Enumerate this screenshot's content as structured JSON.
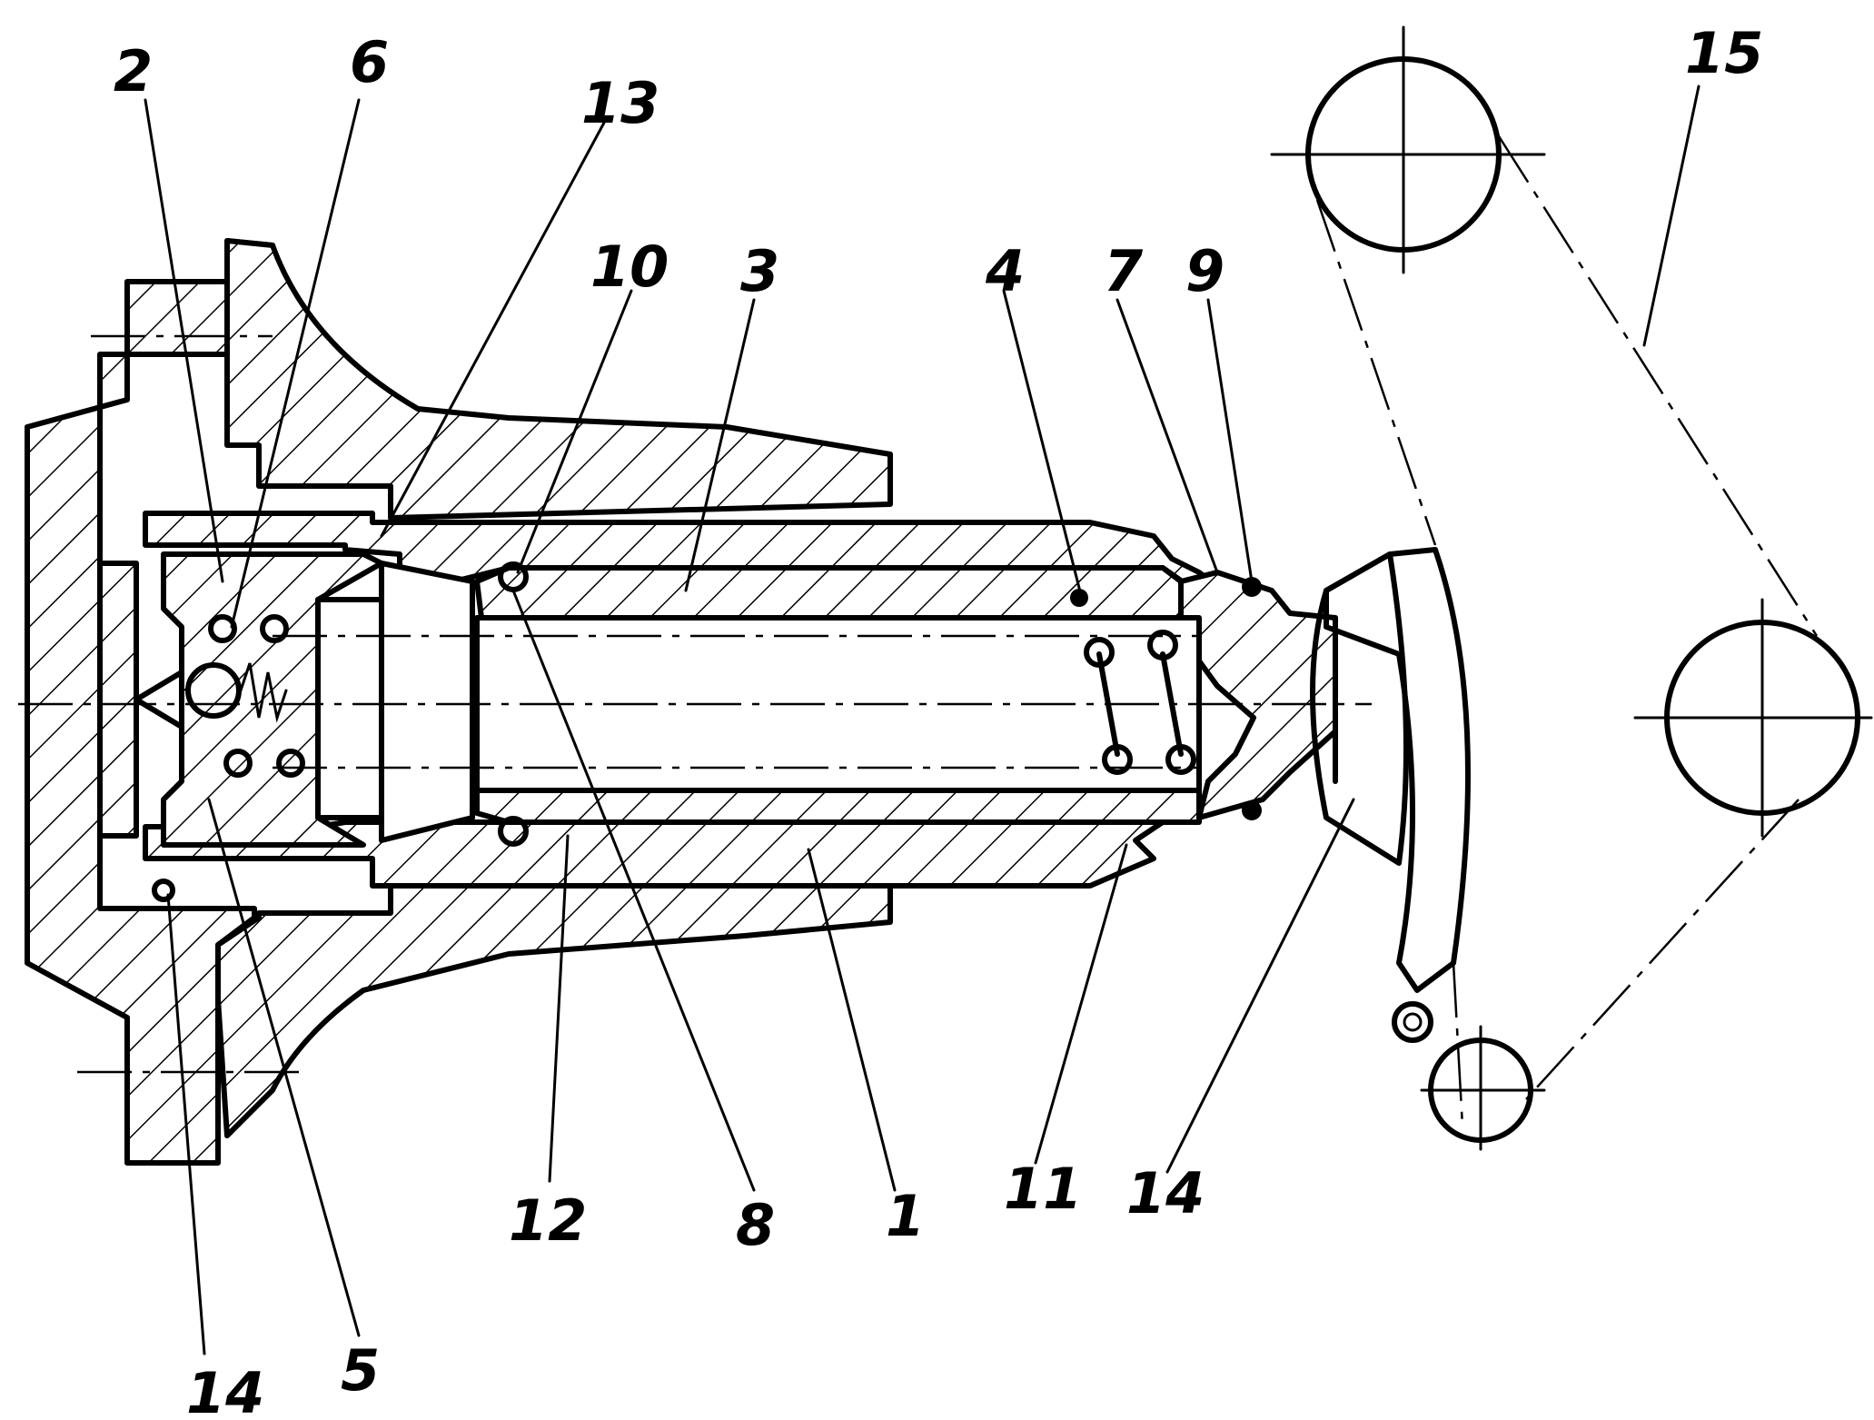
{
  "labels": {
    "l2": "2",
    "l6": "6",
    "l13": "13",
    "l10": "10",
    "l3": "3",
    "l4": "4",
    "l7": "7",
    "l9": "9",
    "l15": "15",
    "l14a": "14",
    "l5": "5",
    "l12": "12",
    "l8": "8",
    "l1": "1",
    "l11": "11",
    "l14b": "14"
  }
}
